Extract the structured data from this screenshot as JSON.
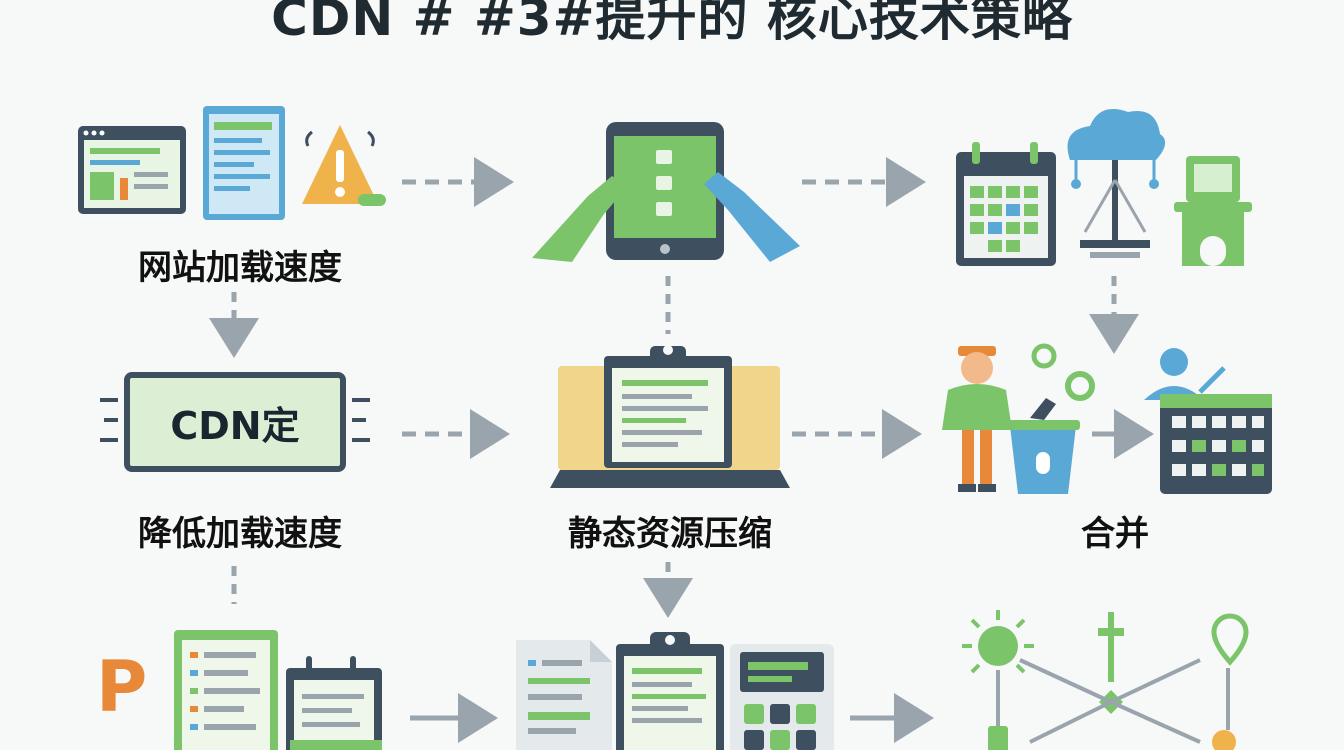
{
  "title": "CDN # #3#提升的 核心技术策略",
  "nodes": {
    "website_speed": "网站加载速度",
    "cdn_box": "CDN定",
    "reduce_speed": "降低加载速度",
    "static_compress": "静态资源压缩",
    "merge": "合并",
    "letter_p": "P"
  },
  "colors": {
    "green": "#7cc46a",
    "blue": "#5aa8d6",
    "dark": "#3e4f5f",
    "orange": "#e8893a",
    "arrow": "#9aa4ad"
  }
}
